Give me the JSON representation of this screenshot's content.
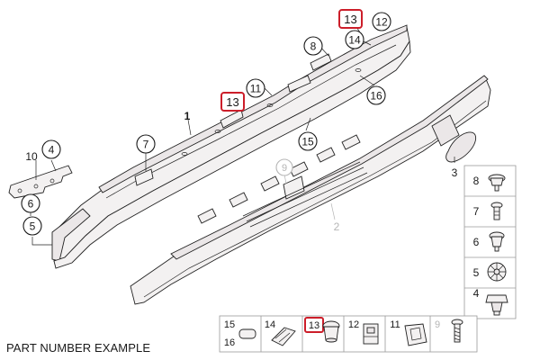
{
  "caption": "PART NUMBER EXAMPLE",
  "colors": {
    "highlight": "#cc1e2a",
    "ink": "#1a1a1a",
    "ghost": "#b5b5b5"
  },
  "callouts": [
    {
      "id": "c13a",
      "text": "13",
      "style": "highlight"
    },
    {
      "id": "c12",
      "text": "12",
      "style": "circle"
    },
    {
      "id": "c14",
      "text": "14",
      "style": "circle"
    },
    {
      "id": "c8",
      "text": "8",
      "style": "circle"
    },
    {
      "id": "c11",
      "text": "11",
      "style": "circle"
    },
    {
      "id": "c13b",
      "text": "13",
      "style": "highlight"
    },
    {
      "id": "c16",
      "text": "16",
      "style": "circle"
    },
    {
      "id": "c1",
      "text": "1",
      "style": "plain"
    },
    {
      "id": "c15",
      "text": "15",
      "style": "circle"
    },
    {
      "id": "c7",
      "text": "7",
      "style": "circle"
    },
    {
      "id": "c10",
      "text": "10",
      "style": "plain"
    },
    {
      "id": "c4",
      "text": "4",
      "style": "circle"
    },
    {
      "id": "c9",
      "text": "9",
      "style": "grey"
    },
    {
      "id": "c3",
      "text": "3",
      "style": "plain"
    },
    {
      "id": "c6",
      "text": "6",
      "style": "circle"
    },
    {
      "id": "c5",
      "text": "5",
      "style": "circle"
    },
    {
      "id": "c2",
      "text": "2",
      "style": "plain-grey"
    }
  ],
  "side_legend": [
    "8",
    "7",
    "6",
    "5",
    "4"
  ],
  "bottom_legend": [
    {
      "top": "15",
      "bottom": "16"
    },
    {
      "top": "14"
    },
    {
      "top": "13",
      "highlight": true
    },
    {
      "top": "12"
    },
    {
      "top": "11"
    },
    {
      "top": "9",
      "grey": true
    }
  ]
}
